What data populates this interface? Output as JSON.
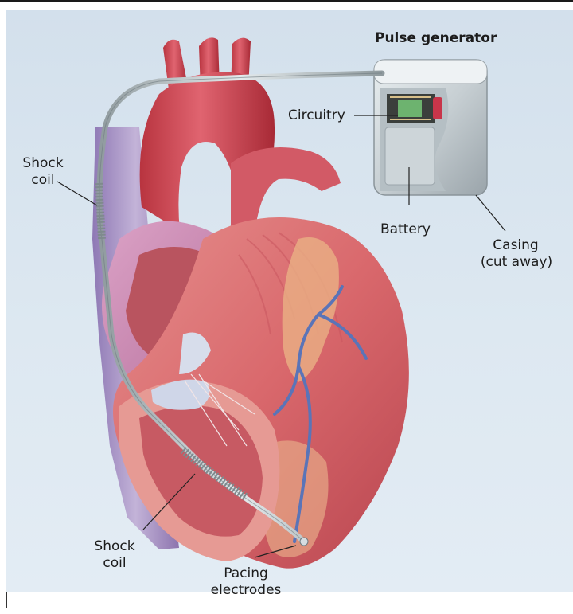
{
  "labels": {
    "pulse_generator": "Pulse generator",
    "circuitry": "Circuitry",
    "battery": "Battery",
    "casing_line1": "Casing",
    "casing_line2": "(cut away)",
    "shock_coil_upper_line1": "Shock",
    "shock_coil_upper_line2": "coil",
    "shock_coil_lower_line1": "Shock",
    "shock_coil_lower_line2": "coil",
    "pacing_line1": "Pacing",
    "pacing_line2": "electrodes"
  },
  "colors": {
    "background": "#d9e5ef",
    "heart_red": "#c8464f",
    "heart_pink": "#d9707c",
    "vessel_purple": "#a48cc0",
    "lead_gray": "#b9c3c6",
    "device_silver": "#c4ccd0",
    "vein_blue": "#5a74b8"
  }
}
